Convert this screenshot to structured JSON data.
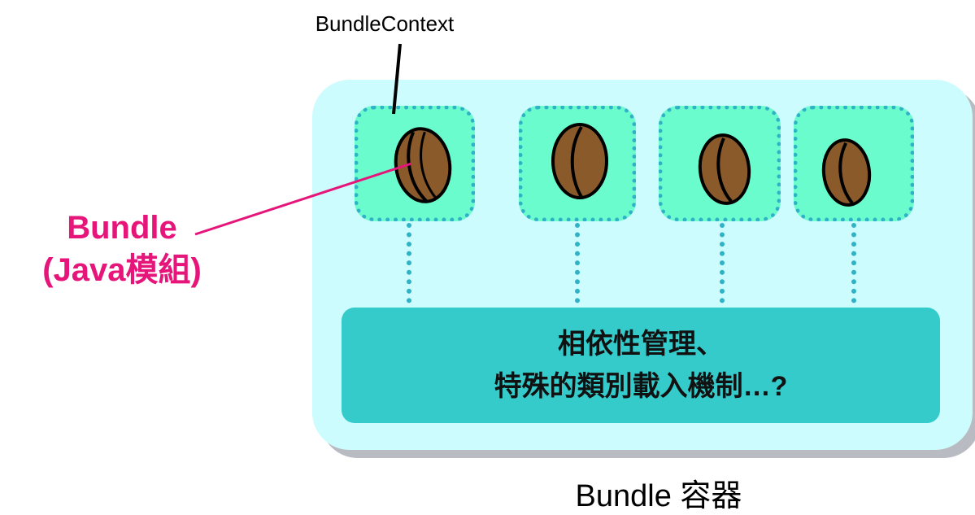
{
  "context_label": "BundleContext",
  "bundle_label": {
    "line1": "Bundle",
    "line2": "(Java模組)"
  },
  "container": {
    "label": "Bundle 容器",
    "bundle_count": 4
  },
  "management_box": {
    "line1": "相依性管理、",
    "line2": "特殊的類別載入機制…?"
  },
  "colors": {
    "accent_label": "#e6157a",
    "container_fill": "#ccfcfd",
    "module_fill": "#6bfcce",
    "module_border": "#30b2c6",
    "management_fill": "#35cbcb",
    "bean": "#8b5a2b"
  }
}
